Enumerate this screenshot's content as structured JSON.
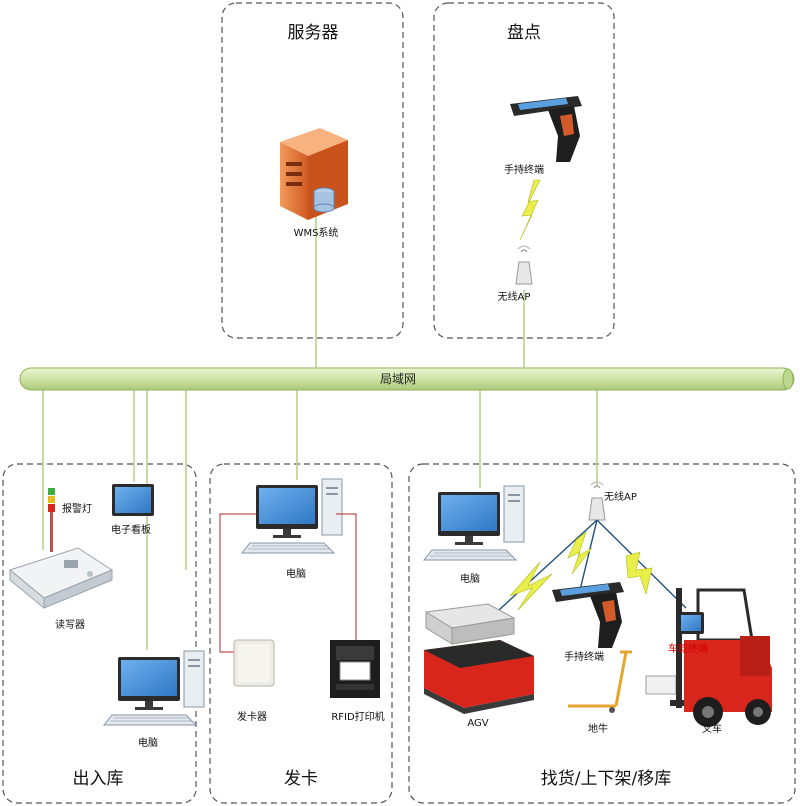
{
  "network": {
    "label": "局域网"
  },
  "panels": {
    "server": {
      "title": "服务器"
    },
    "inventory": {
      "title": "盘点"
    },
    "inout": {
      "title": "出入库"
    },
    "card": {
      "title": "发卡"
    },
    "find": {
      "title": "找货/上下架/移库"
    }
  },
  "labels": {
    "wms": "WMS系统",
    "handheld_top": "手持终端",
    "ap_top": "无线AP",
    "alarm": "报警灯",
    "eboard": "电子看板",
    "reader": "读写器",
    "pc_inout": "电脑",
    "pc_card": "电脑",
    "card_issuer": "发卡器",
    "printer": "RFID打印机",
    "pc_find": "电脑",
    "ap_find": "无线AP",
    "handheld_find": "手持终端",
    "vehicle_terminal": "车载终端",
    "agv": "AGV",
    "pallet_truck": "地牛",
    "forklift": "叉车"
  },
  "colors": {
    "network_bar": "#cfe3a6",
    "link_line": "#b9d48c",
    "cable": "#c0504d",
    "lightning": "#e8ee4a",
    "monitor_screen": "#4a90d9",
    "server_orange": "#e8753a",
    "forklift_red": "#d8261c"
  }
}
